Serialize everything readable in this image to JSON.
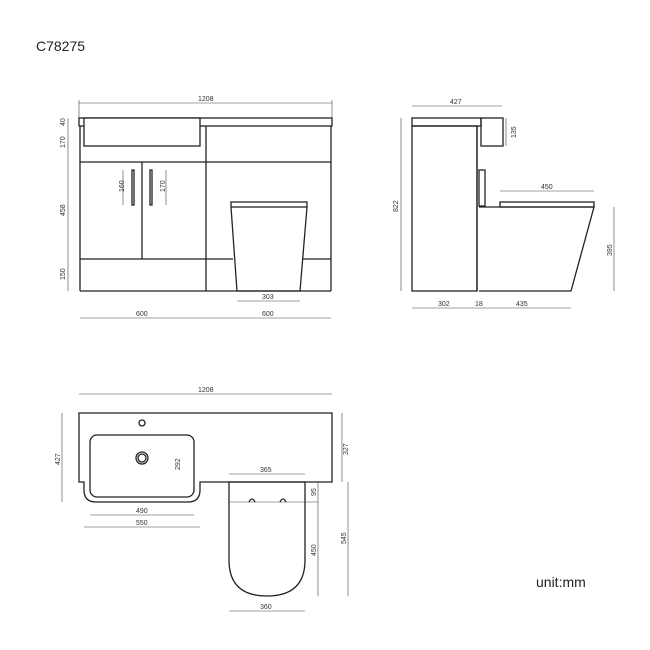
{
  "product_code": "C78275",
  "unit_label": "unit:mm",
  "front_view": {
    "overall_width": "1208",
    "left_width": "600",
    "right_width": "600",
    "top_thickness": "40",
    "basin_zone_height": "170",
    "door_height": "458",
    "plinth_height": "150",
    "handle_left": "160",
    "handle_right": "170",
    "toilet_base_width": "303"
  },
  "side_view": {
    "depth": "427",
    "overall_height": "822",
    "basin_height": "135",
    "seat_length": "450",
    "toilet_height": "395",
    "cabinet_depth": "302",
    "panel_thickness": "18",
    "toilet_projection": "435"
  },
  "plan_view": {
    "overall_width": "1208",
    "overall_depth": "427",
    "right_depth": "327",
    "basin_depth": "292",
    "basin_inner_width": "490",
    "basin_outer_width": "550",
    "toilet_top_width": "365",
    "toilet_back_offset": "95",
    "toilet_seat_length": "450",
    "toilet_projection": "545",
    "toilet_width": "360"
  }
}
